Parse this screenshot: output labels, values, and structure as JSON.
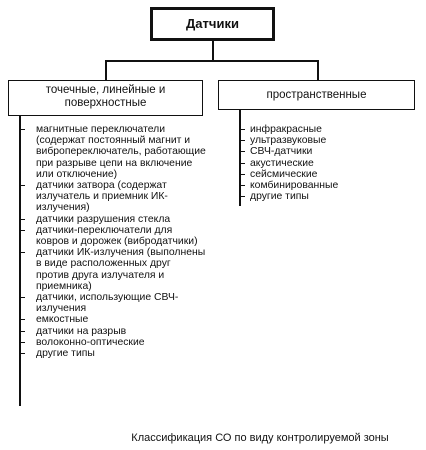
{
  "root": {
    "label": "Датчики"
  },
  "left": {
    "label": "точечные, линейные и поверхностные",
    "items": [
      "магнитные переключатели (содержат постоянный магнит и вибропереключатель, работающие при разрыве цепи на включение или отключение)",
      "датчики затвора (содержат излучатель и приемник ИК-излучения)",
      "датчики разрушения стекла",
      "датчики-переключатели для ковров и дорожек (вибродатчики)",
      "датчики ИК-излучения (выполнены в виде расположенных друг против друга излучателя и приемника)",
      "датчики, использующие СВЧ-излучения",
      "емкостные",
      "датчики на разрыв",
      "волоконно-оптические",
      "другие типы"
    ]
  },
  "right": {
    "label": "пространственные",
    "items": [
      "инфракрасные",
      "ультразвуковые",
      "СВЧ-датчики",
      "акустические",
      "сейсмические",
      "комбинированные",
      "другие типы"
    ]
  },
  "caption": "Классификация СО по виду контролируемой зоны"
}
